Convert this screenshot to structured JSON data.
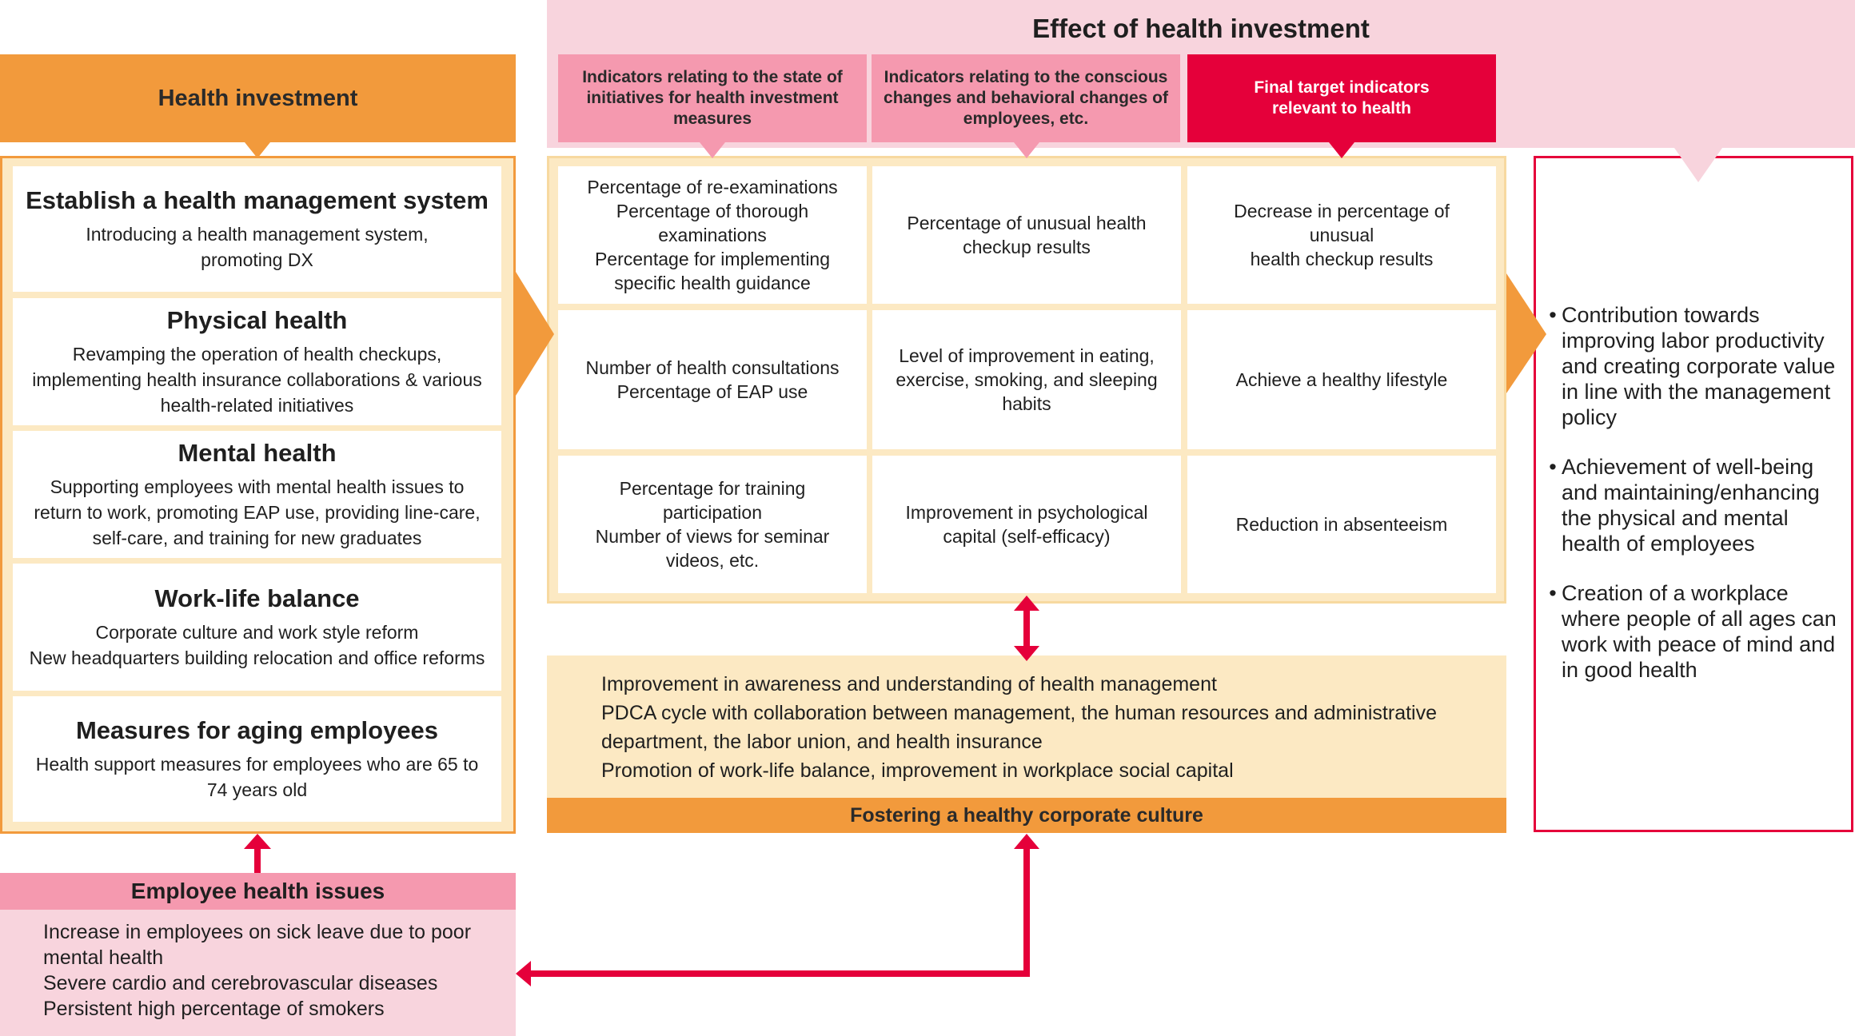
{
  "health_investment": {
    "header": "Health investment",
    "measures": [
      {
        "title": "Establish a health management system",
        "desc": [
          "Introducing a health management system,",
          "promoting DX"
        ]
      },
      {
        "title": "Physical health",
        "desc": [
          "Revamping the operation of health checkups,",
          "implementing health insurance collaborations & various",
          "health-related initiatives"
        ]
      },
      {
        "title": "Mental health",
        "desc": [
          "Supporting employees with mental health issues to",
          "return to work, promoting EAP use, providing line-care,",
          "self-care, and training for new graduates"
        ]
      },
      {
        "title": "Work-life balance",
        "desc": [
          "Corporate culture and work style reform",
          "New headquarters building relocation and office reforms"
        ]
      },
      {
        "title": "Measures for aging employees",
        "desc": [
          "Health support measures for employees who are 65 to",
          "74 years old"
        ]
      }
    ]
  },
  "employee_health_issues": {
    "header": "Employee health issues",
    "items": [
      "Increase in employees on sick leave due to poor",
      "mental health",
      "Severe cardio and cerebrovascular diseases",
      "Persistent high percentage of smokers"
    ]
  },
  "effect": {
    "title": "Effect of health investment",
    "headers": [
      [
        "Indicators relating to the state of",
        "initiatives for health investment",
        "measures"
      ],
      [
        "Indicators relating to the conscious",
        "changes and behavioral changes of",
        "employees, etc."
      ],
      [
        "Final target indicators",
        "relevant to health"
      ]
    ],
    "rows": [
      [
        [
          "Percentage of re-examinations",
          "Percentage of thorough",
          "examinations",
          "Percentage for implementing",
          "specific health guidance"
        ],
        [
          "Percentage of unusual health",
          "checkup results"
        ],
        [
          "Decrease in percentage of unusual",
          "health checkup  results"
        ]
      ],
      [
        [
          "Number of health consultations",
          "Percentage of EAP use"
        ],
        [
          "Level of improvement in eating,",
          "exercise, smoking, and sleeping",
          "habits"
        ],
        [
          "Achieve a healthy lifestyle"
        ]
      ],
      [
        [
          "Percentage for training",
          "participation",
          "Number of views for seminar",
          "videos, etc."
        ],
        [
          "Improvement in psychological",
          "capital (self-efficacy)"
        ],
        [
          "Reduction in absenteeism"
        ]
      ]
    ]
  },
  "culture": {
    "lines": [
      "Improvement in awareness and understanding of health management",
      "PDCA cycle with collaboration between management, the human resources and administrative",
      "department, the labor union, and health insurance",
      "Promotion of work-life balance, improvement in workplace social capital"
    ],
    "label": "Fostering a healthy corporate culture"
  },
  "outcomes": {
    "bullet": "•",
    "items": [
      [
        "Contribution towards",
        "improving labor productivity",
        "and creating corporate value",
        "in line with the management",
        "policy"
      ],
      [
        "Achievement of well-being",
        "and maintaining/enhancing",
        "the physical and mental",
        "health of employees"
      ],
      [
        "Creation of a workplace",
        "where people of all ages can",
        "work with peace of mind and",
        "in good health"
      ]
    ]
  },
  "colors": {
    "orange": "#F29A3C",
    "pink": "#F599AF",
    "light_pink": "#F8D4DD",
    "cream": "#FCE9C3",
    "red": "#E5003A"
  }
}
